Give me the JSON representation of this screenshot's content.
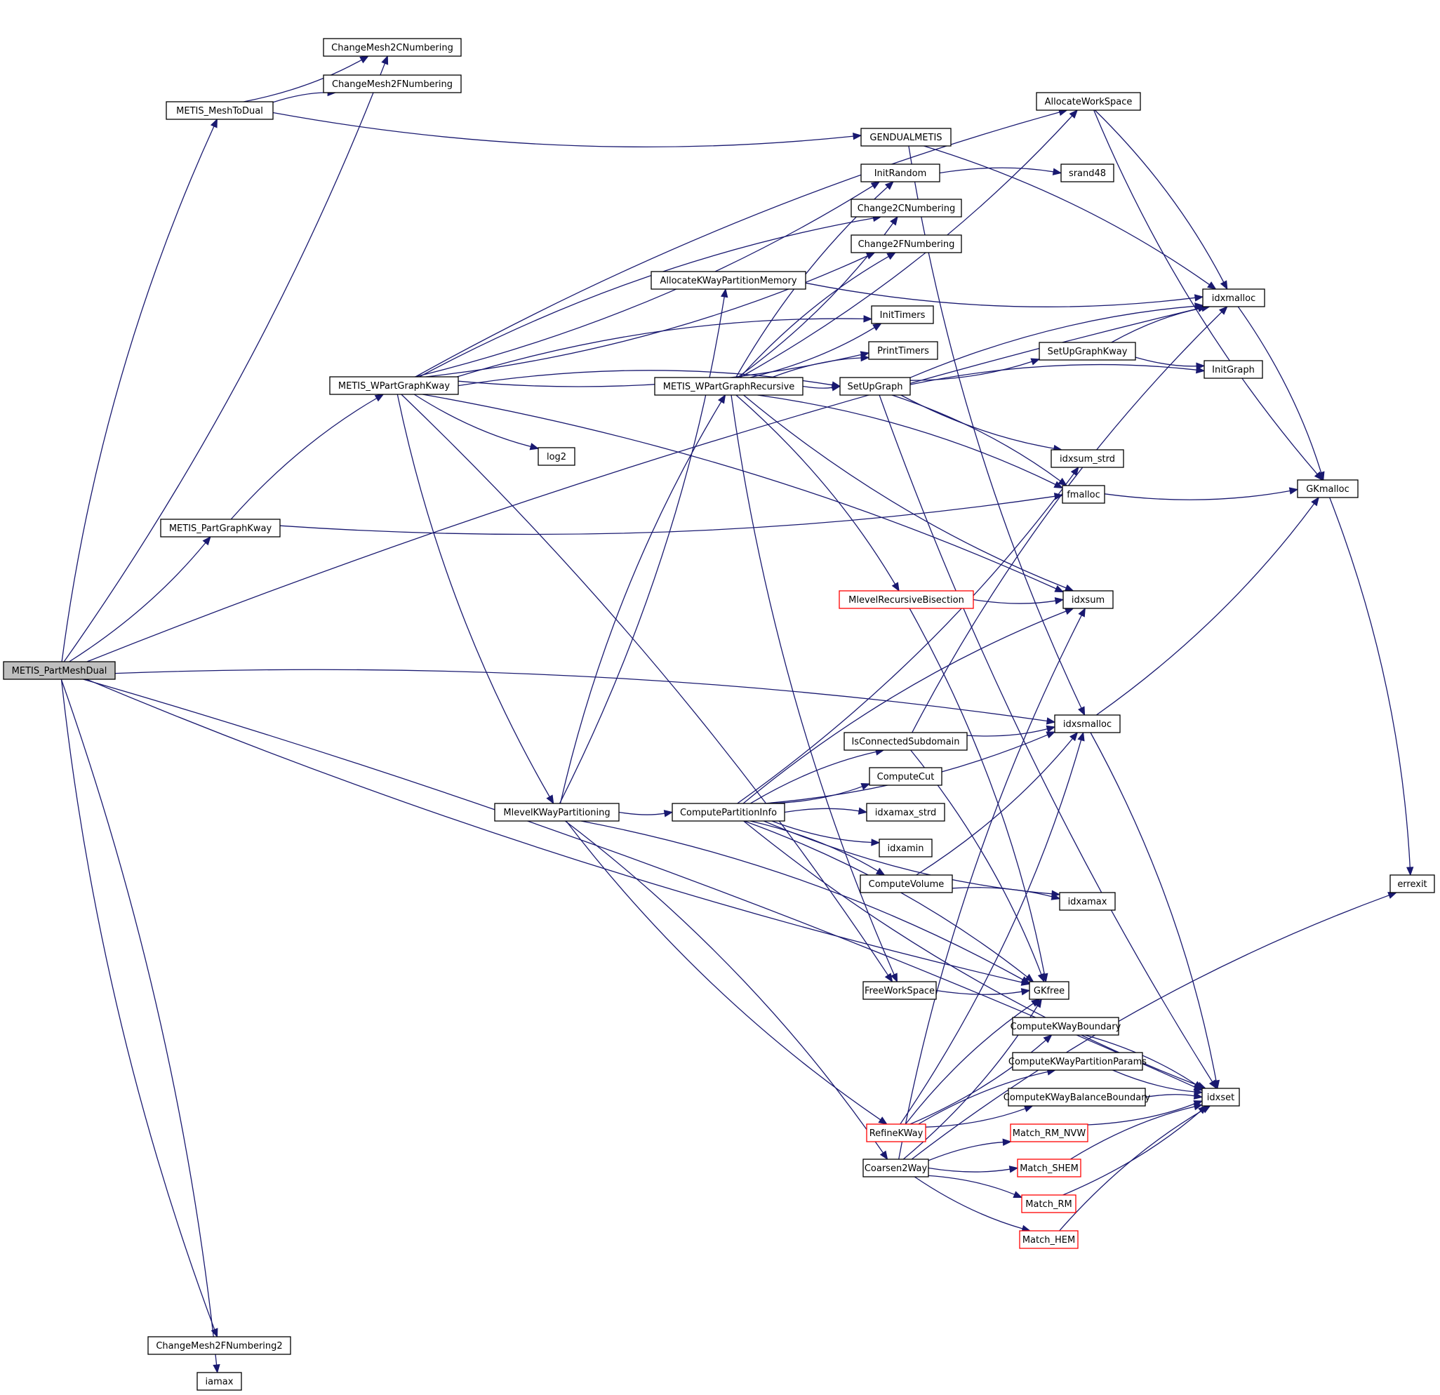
{
  "graph": {
    "title": "Call graph: METIS_PartMeshDual",
    "edge_color": "#191970",
    "truncated_border_color": "#ff0000",
    "root_fill_color": "#bfbfbf",
    "root": "METIS_PartMeshDual",
    "nodes": [
      {
        "id": "METIS_PartMeshDual",
        "label": "METIS_PartMeshDual",
        "style": "root"
      },
      {
        "id": "ChangeMesh2CNumbering",
        "label": "ChangeMesh2CNumbering",
        "style": "normal"
      },
      {
        "id": "ChangeMesh2FNumbering",
        "label": "ChangeMesh2FNumbering",
        "style": "normal"
      },
      {
        "id": "METIS_MeshToDual",
        "label": "METIS_MeshToDual",
        "style": "normal"
      },
      {
        "id": "GENDUALMETIS",
        "label": "GENDUALMETIS",
        "style": "normal"
      },
      {
        "id": "AllocateWorkSpace",
        "label": "AllocateWorkSpace",
        "style": "normal"
      },
      {
        "id": "InitRandom",
        "label": "InitRandom",
        "style": "normal"
      },
      {
        "id": "srand48",
        "label": "srand48",
        "style": "normal"
      },
      {
        "id": "Change2CNumbering",
        "label": "Change2CNumbering",
        "style": "normal"
      },
      {
        "id": "Change2FNumbering",
        "label": "Change2FNumbering",
        "style": "normal"
      },
      {
        "id": "AllocateKWayPartitionMemory",
        "label": "AllocateKWayPartitionMemory",
        "style": "normal"
      },
      {
        "id": "idxmalloc",
        "label": "idxmalloc",
        "style": "normal"
      },
      {
        "id": "InitTimers",
        "label": "InitTimers",
        "style": "normal"
      },
      {
        "id": "PrintTimers",
        "label": "PrintTimers",
        "style": "normal"
      },
      {
        "id": "SetUpGraphKway",
        "label": "SetUpGraphKway",
        "style": "normal"
      },
      {
        "id": "InitGraph",
        "label": "InitGraph",
        "style": "normal"
      },
      {
        "id": "METIS_WPartGraphKway",
        "label": "METIS_WPartGraphKway",
        "style": "normal"
      },
      {
        "id": "METIS_WPartGraphRecursive",
        "label": "METIS_WPartGraphRecursive",
        "style": "normal"
      },
      {
        "id": "SetUpGraph",
        "label": "SetUpGraph",
        "style": "normal"
      },
      {
        "id": "log2",
        "label": "log2",
        "style": "normal"
      },
      {
        "id": "idxsum_strd",
        "label": "idxsum_strd",
        "style": "normal"
      },
      {
        "id": "fmalloc",
        "label": "fmalloc",
        "style": "normal"
      },
      {
        "id": "GKmalloc",
        "label": "GKmalloc",
        "style": "normal"
      },
      {
        "id": "METIS_PartGraphKway",
        "label": "METIS_PartGraphKway",
        "style": "normal"
      },
      {
        "id": "MlevelRecursiveBisection",
        "label": "MlevelRecursiveBisection",
        "style": "truncated"
      },
      {
        "id": "idxsum",
        "label": "idxsum",
        "style": "normal"
      },
      {
        "id": "idxsmalloc",
        "label": "idxsmalloc",
        "style": "normal"
      },
      {
        "id": "IsConnectedSubdomain",
        "label": "IsConnectedSubdomain",
        "style": "normal"
      },
      {
        "id": "ComputeCut",
        "label": "ComputeCut",
        "style": "normal"
      },
      {
        "id": "MlevelKWayPartitioning",
        "label": "MlevelKWayPartitioning",
        "style": "normal"
      },
      {
        "id": "ComputePartitionInfo",
        "label": "ComputePartitionInfo",
        "style": "normal"
      },
      {
        "id": "idxamax_strd",
        "label": "idxamax_strd",
        "style": "normal"
      },
      {
        "id": "idxamin",
        "label": "idxamin",
        "style": "normal"
      },
      {
        "id": "ComputeVolume",
        "label": "ComputeVolume",
        "style": "normal"
      },
      {
        "id": "idxamax",
        "label": "idxamax",
        "style": "normal"
      },
      {
        "id": "errexit",
        "label": "errexit",
        "style": "normal"
      },
      {
        "id": "FreeWorkSpace",
        "label": "FreeWorkSpace",
        "style": "normal"
      },
      {
        "id": "GKfree",
        "label": "GKfree",
        "style": "normal"
      },
      {
        "id": "ComputeKWayBoundary",
        "label": "ComputeKWayBoundary",
        "style": "normal"
      },
      {
        "id": "ComputeKWayPartitionParams",
        "label": "ComputeKWayPartitionParams",
        "style": "normal"
      },
      {
        "id": "ComputeKWayBalanceBoundary",
        "label": "ComputeKWayBalanceBoundary",
        "style": "normal"
      },
      {
        "id": "idxset",
        "label": "idxset",
        "style": "normal"
      },
      {
        "id": "RefineKWay",
        "label": "RefineKWay",
        "style": "truncated"
      },
      {
        "id": "Match_RM_NVW",
        "label": "Match_RM_NVW",
        "style": "truncated"
      },
      {
        "id": "Coarsen2Way",
        "label": "Coarsen2Way",
        "style": "normal"
      },
      {
        "id": "Match_SHEM",
        "label": "Match_SHEM",
        "style": "truncated"
      },
      {
        "id": "Match_RM",
        "label": "Match_RM",
        "style": "truncated"
      },
      {
        "id": "Match_HEM",
        "label": "Match_HEM",
        "style": "truncated"
      },
      {
        "id": "ChangeMesh2FNumbering2",
        "label": "ChangeMesh2FNumbering2",
        "style": "normal"
      },
      {
        "id": "iamax",
        "label": "iamax",
        "style": "normal"
      }
    ],
    "edges": [
      [
        "METIS_PartMeshDual",
        "idxmalloc"
      ],
      [
        "METIS_PartMeshDual",
        "ChangeMesh2CNumbering"
      ],
      [
        "METIS_PartMeshDual",
        "METIS_MeshToDual"
      ],
      [
        "METIS_PartMeshDual",
        "METIS_PartGraphKway"
      ],
      [
        "METIS_PartMeshDual",
        "idxsmalloc"
      ],
      [
        "METIS_PartMeshDual",
        "GKfree"
      ],
      [
        "METIS_PartMeshDual",
        "idxset"
      ],
      [
        "METIS_PartMeshDual",
        "ChangeMesh2FNumbering2"
      ],
      [
        "METIS_PartMeshDual",
        "iamax"
      ],
      [
        "METIS_MeshToDual",
        "ChangeMesh2CNumbering"
      ],
      [
        "METIS_MeshToDual",
        "ChangeMesh2FNumbering"
      ],
      [
        "METIS_MeshToDual",
        "GENDUALMETIS"
      ],
      [
        "GENDUALMETIS",
        "idxmalloc"
      ],
      [
        "GENDUALMETIS",
        "idxsmalloc"
      ],
      [
        "METIS_PartGraphKway",
        "METIS_WPartGraphKway"
      ],
      [
        "METIS_PartGraphKway",
        "fmalloc"
      ],
      [
        "METIS_WPartGraphKway",
        "AllocateWorkSpace"
      ],
      [
        "METIS_WPartGraphKway",
        "InitRandom"
      ],
      [
        "METIS_WPartGraphKway",
        "Change2CNumbering"
      ],
      [
        "METIS_WPartGraphKway",
        "Change2FNumbering"
      ],
      [
        "METIS_WPartGraphKway",
        "InitTimers"
      ],
      [
        "METIS_WPartGraphKway",
        "PrintTimers"
      ],
      [
        "METIS_WPartGraphKway",
        "SetUpGraph"
      ],
      [
        "METIS_WPartGraphKway",
        "log2"
      ],
      [
        "METIS_WPartGraphKway",
        "idxsum"
      ],
      [
        "METIS_WPartGraphKway",
        "MlevelKWayPartitioning"
      ],
      [
        "METIS_WPartGraphKway",
        "FreeWorkSpace"
      ],
      [
        "METIS_WPartGraphRecursive",
        "AllocateWorkSpace"
      ],
      [
        "METIS_WPartGraphRecursive",
        "InitRandom"
      ],
      [
        "METIS_WPartGraphRecursive",
        "Change2CNumbering"
      ],
      [
        "METIS_WPartGraphRecursive",
        "Change2FNumbering"
      ],
      [
        "METIS_WPartGraphRecursive",
        "InitTimers"
      ],
      [
        "METIS_WPartGraphRecursive",
        "PrintTimers"
      ],
      [
        "METIS_WPartGraphRecursive",
        "SetUpGraph"
      ],
      [
        "METIS_WPartGraphRecursive",
        "fmalloc"
      ],
      [
        "METIS_WPartGraphRecursive",
        "idxsum"
      ],
      [
        "METIS_WPartGraphRecursive",
        "MlevelRecursiveBisection"
      ],
      [
        "METIS_WPartGraphRecursive",
        "FreeWorkSpace"
      ],
      [
        "AllocateWorkSpace",
        "idxmalloc"
      ],
      [
        "AllocateWorkSpace",
        "GKmalloc"
      ],
      [
        "InitRandom",
        "srand48"
      ],
      [
        "AllocateKWayPartitionMemory",
        "idxmalloc"
      ],
      [
        "SetUpGraph",
        "idxmalloc"
      ],
      [
        "SetUpGraph",
        "SetUpGraphKway"
      ],
      [
        "SetUpGraph",
        "InitGraph"
      ],
      [
        "SetUpGraph",
        "idxsum_strd"
      ],
      [
        "SetUpGraph",
        "fmalloc"
      ],
      [
        "SetUpGraph",
        "idxset"
      ],
      [
        "SetUpGraphKway",
        "idxmalloc"
      ],
      [
        "SetUpGraphKway",
        "InitGraph"
      ],
      [
        "idxmalloc",
        "GKmalloc"
      ],
      [
        "fmalloc",
        "GKmalloc"
      ],
      [
        "GKmalloc",
        "errexit"
      ],
      [
        "MlevelRecursiveBisection",
        "idxsum"
      ],
      [
        "MlevelRecursiveBisection",
        "GKfree"
      ],
      [
        "idxsmalloc",
        "GKmalloc"
      ],
      [
        "idxsmalloc",
        "idxset"
      ],
      [
        "MlevelKWayPartitioning",
        "AllocateKWayPartitionMemory"
      ],
      [
        "MlevelKWayPartitioning",
        "METIS_WPartGraphRecursive"
      ],
      [
        "MlevelKWayPartitioning",
        "ComputePartitionInfo"
      ],
      [
        "MlevelKWayPartitioning",
        "GKfree"
      ],
      [
        "MlevelKWayPartitioning",
        "RefineKWay"
      ],
      [
        "MlevelKWayPartitioning",
        "Coarsen2Way"
      ],
      [
        "ComputePartitionInfo",
        "idxsum_strd"
      ],
      [
        "ComputePartitionInfo",
        "idxsum"
      ],
      [
        "ComputePartitionInfo",
        "idxsmalloc"
      ],
      [
        "ComputePartitionInfo",
        "IsConnectedSubdomain"
      ],
      [
        "ComputePartitionInfo",
        "ComputeCut"
      ],
      [
        "ComputePartitionInfo",
        "idxamax_strd"
      ],
      [
        "ComputePartitionInfo",
        "idxamin"
      ],
      [
        "ComputePartitionInfo",
        "ComputeVolume"
      ],
      [
        "ComputePartitionInfo",
        "idxamax"
      ],
      [
        "ComputePartitionInfo",
        "GKfree"
      ],
      [
        "ComputePartitionInfo",
        "idxset"
      ],
      [
        "IsConnectedSubdomain",
        "idxmalloc"
      ],
      [
        "IsConnectedSubdomain",
        "idxsmalloc"
      ],
      [
        "IsConnectedSubdomain",
        "GKfree"
      ],
      [
        "ComputeVolume",
        "idxsmalloc"
      ],
      [
        "ComputeVolume",
        "idxamax"
      ],
      [
        "FreeWorkSpace",
        "GKfree"
      ],
      [
        "ComputeKWayBoundary",
        "idxset"
      ],
      [
        "ComputeKWayPartitionParams",
        "idxset"
      ],
      [
        "ComputeKWayBalanceBoundary",
        "idxset"
      ],
      [
        "RefineKWay",
        "idxsmalloc"
      ],
      [
        "RefineKWay",
        "GKfree"
      ],
      [
        "RefineKWay",
        "ComputeKWayBoundary"
      ],
      [
        "RefineKWay",
        "ComputeKWayPartitionParams"
      ],
      [
        "RefineKWay",
        "ComputeKWayBalanceBoundary"
      ],
      [
        "Coarsen2Way",
        "idxsum"
      ],
      [
        "Coarsen2Way",
        "GKfree"
      ],
      [
        "Coarsen2Way",
        "Match_RM_NVW"
      ],
      [
        "Coarsen2Way",
        "Match_SHEM"
      ],
      [
        "Coarsen2Way",
        "Match_RM"
      ],
      [
        "Coarsen2Way",
        "Match_HEM"
      ],
      [
        "Coarsen2Way",
        "errexit"
      ],
      [
        "Match_RM_NVW",
        "idxset"
      ],
      [
        "Match_SHEM",
        "idxset"
      ],
      [
        "Match_RM",
        "idxset"
      ],
      [
        "Match_HEM",
        "idxset"
      ]
    ]
  }
}
